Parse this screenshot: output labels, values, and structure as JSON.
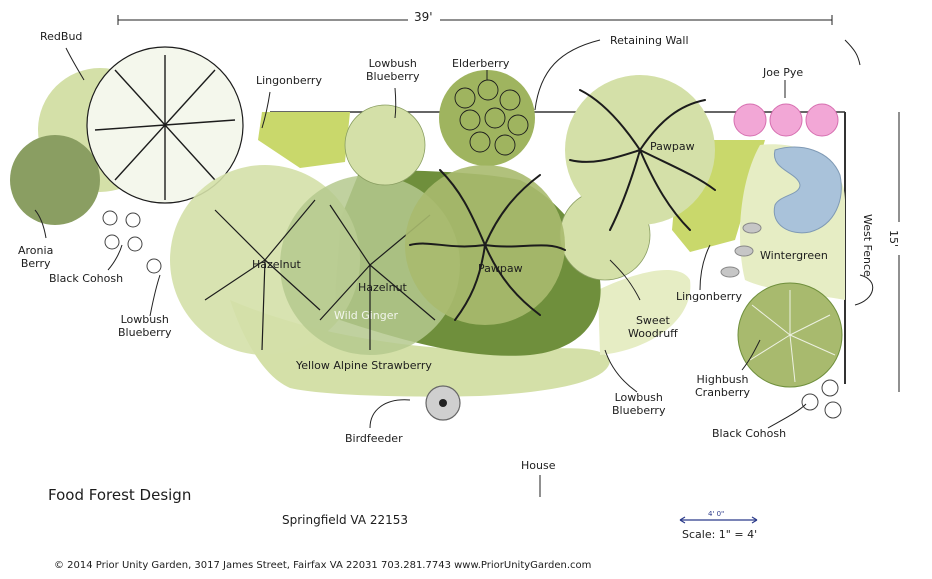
{
  "dimensions": {
    "width": "39'",
    "depth": "15'"
  },
  "labels": {
    "redbud": "RedBud",
    "lingonberry_top": "Lingonberry",
    "lowbush_top": "Lowbush\nBlueberry",
    "elderberry": "Elderberry",
    "retaining_wall": "Retaining Wall",
    "joe_pye": "Joe Pye",
    "pawpaw_right": "Pawpaw",
    "west_fence": "West Fence",
    "wintergreen": "Wintergreen",
    "lingonberry_right": "Lingonberry",
    "aronia": "Aronia\nBerry",
    "black_cohosh_left": "Black Cohosh",
    "lowbush_left": "Lowbush\nBlueberry",
    "hazelnut_1": "Hazelnut",
    "hazelnut_2": "Hazelnut",
    "wild_ginger": "Wild Ginger",
    "pawpaw_center": "Pawpaw",
    "sweet_woodruff": "Sweet\nWoodruff",
    "yellow_strawberry": "Yellow Alpine Strawberry",
    "lowbush_bottom": "Lowbush\nBlueberry",
    "highbush_cranberry": "Highbush\nCranberry",
    "black_cohosh_right": "Black Cohosh",
    "birdfeeder": "Birdfeeder",
    "house": "House"
  },
  "title": "Food Forest Design",
  "address": "Springfield VA 22153",
  "scale": {
    "mini": "4' 0\"",
    "label": "Scale: 1\" = 4'"
  },
  "footer": "© 2014 Prior Unity Garden, 3017 James Street, Fairfax VA 22031 703.281.7743 www.PriorUnityGarden.com",
  "colors": {
    "dark_green": "#6f8f3c",
    "lime": "#c9d86b",
    "pale_green": "#e6edc4",
    "light_green": "#d4e0a8",
    "hazel_fill": "#b5c98e",
    "pawpaw_fill": "#a8ba6e",
    "tree_line": "#1c1c1c",
    "pond": "#a9c2da",
    "pink": "#f2a7d6"
  }
}
